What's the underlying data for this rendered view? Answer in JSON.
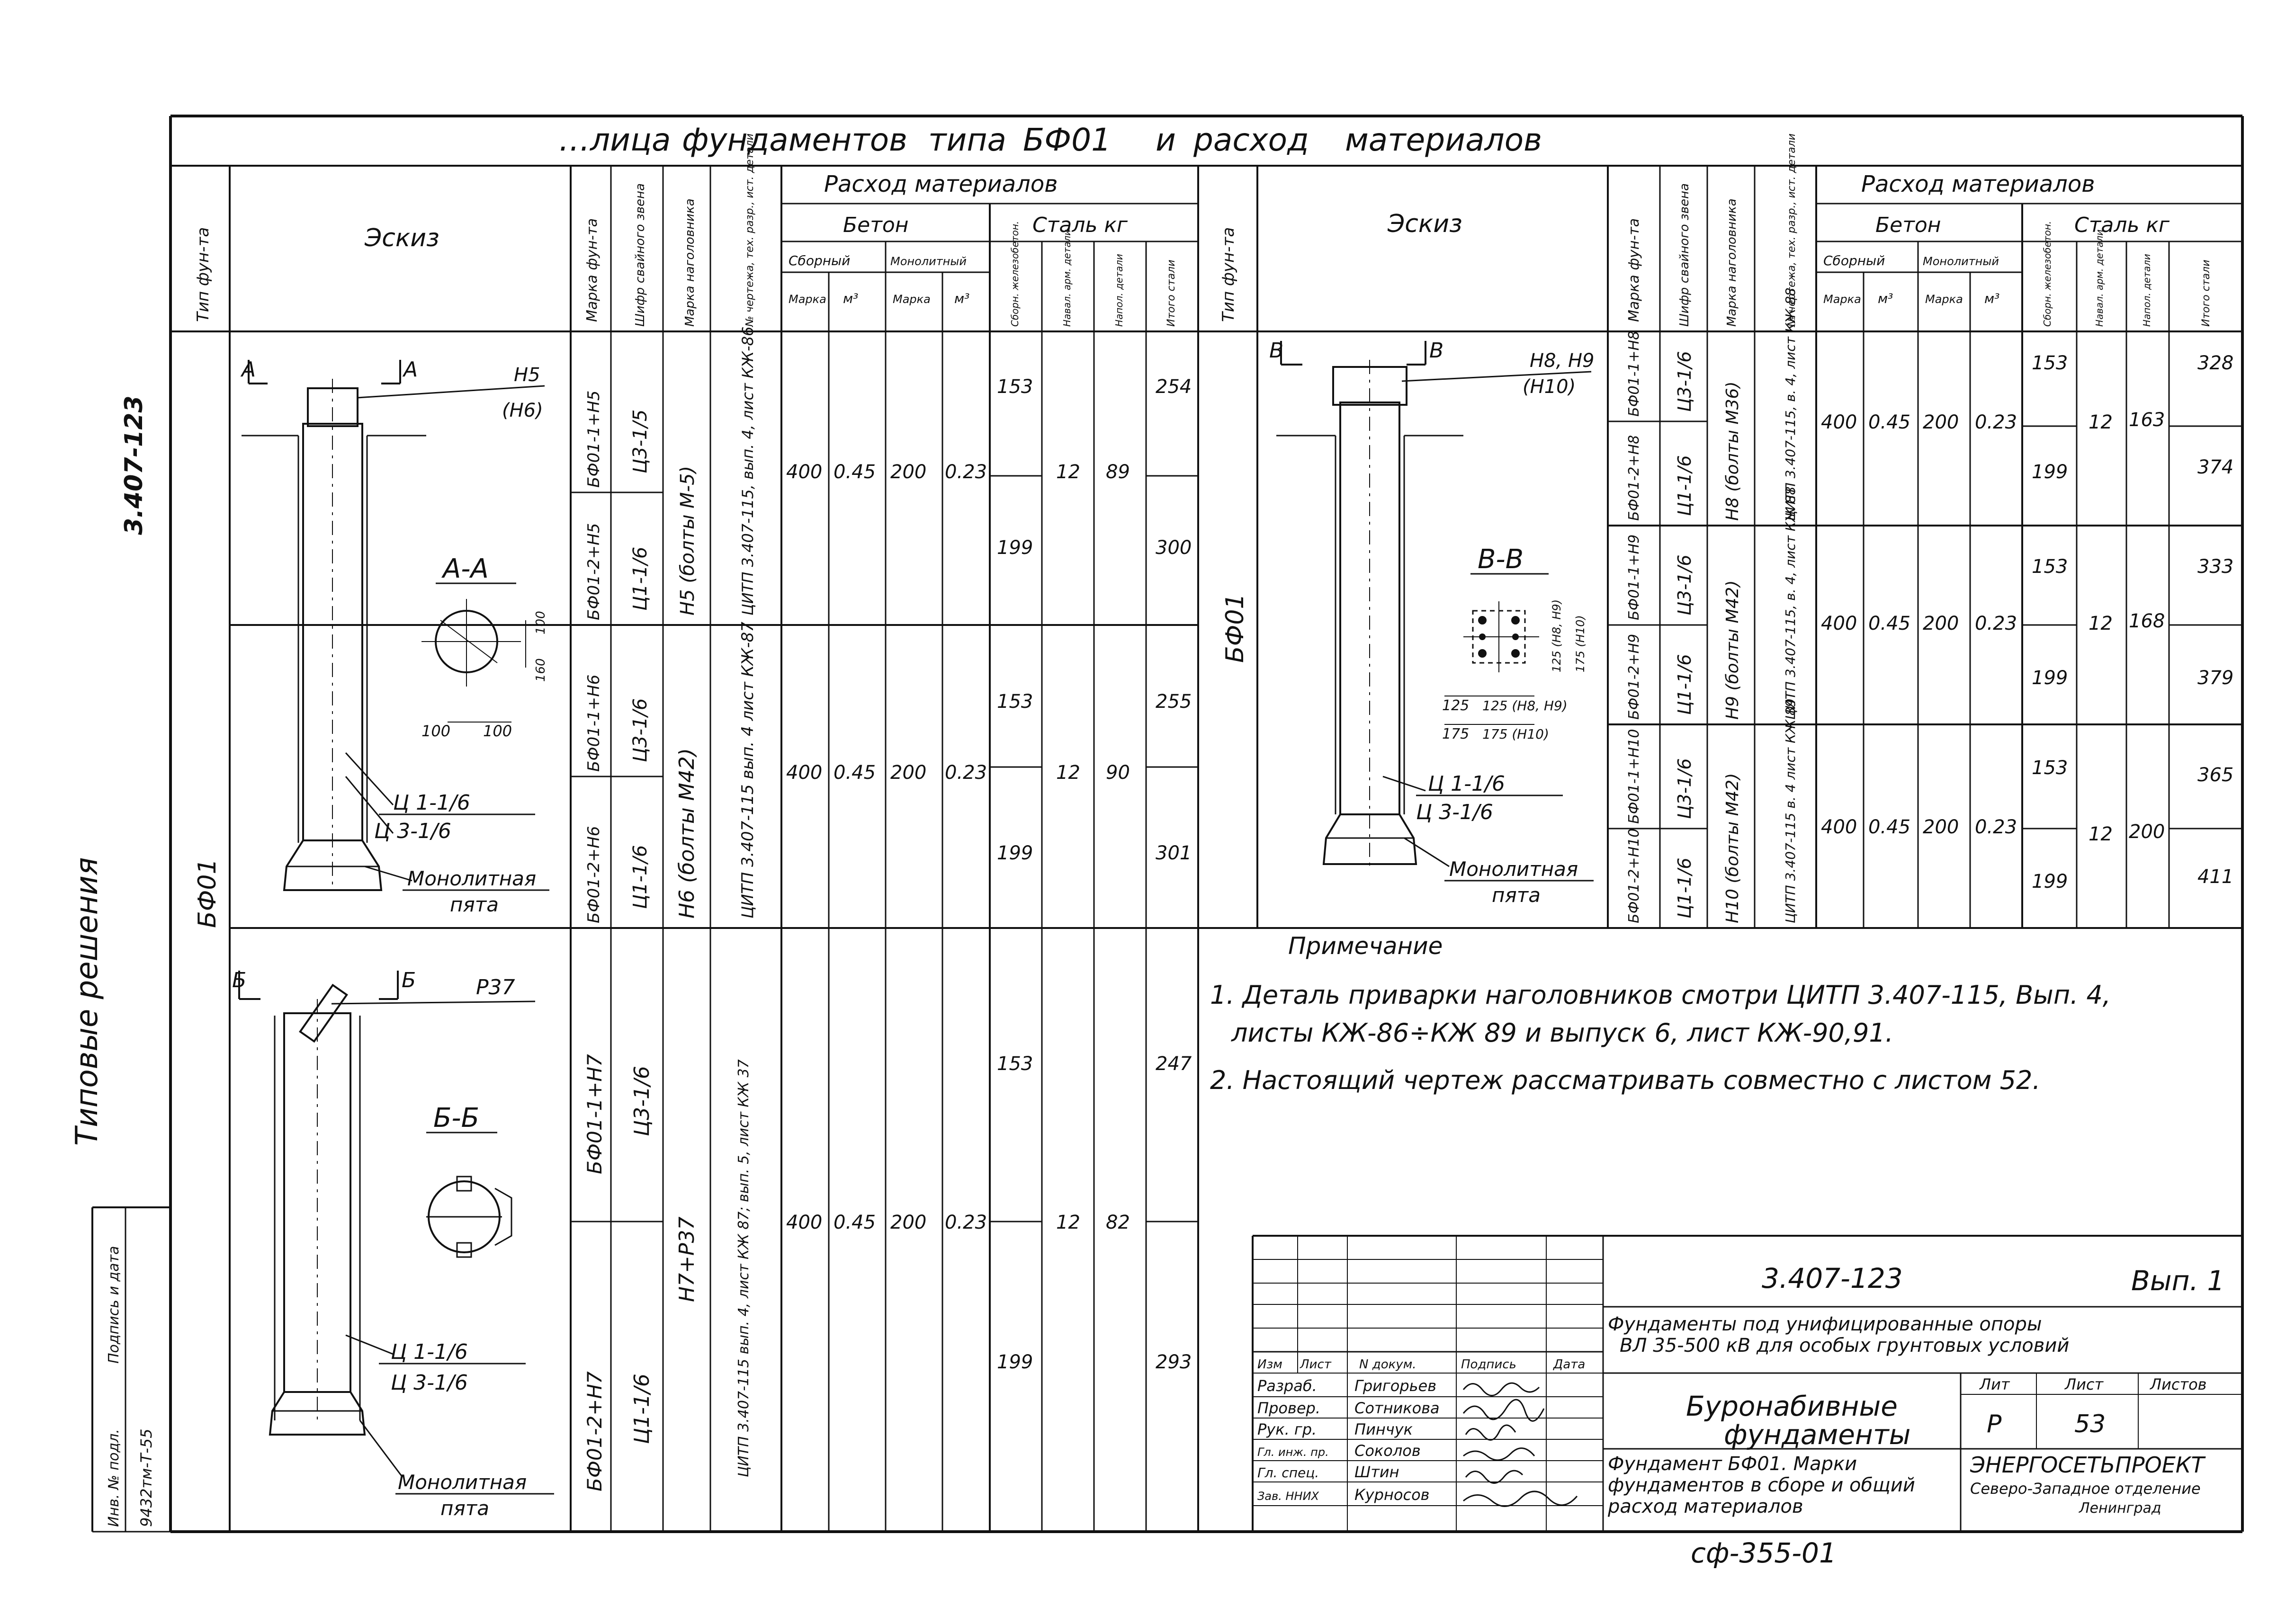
{
  "header": {
    "title_fragment": "…лица",
    "title_words": [
      "фундаментов",
      "типа",
      "БФ01",
      "и",
      "расход",
      "материалов"
    ]
  },
  "side": {
    "series_code": "3.407-123",
    "typical_solutions": "Типовые решения",
    "stamp_inv": "Инв. № подл.",
    "stamp_sign": "Подпись и дата",
    "stamp_number": "9432тм-Т-55"
  },
  "columns": {
    "type": "Тип фун-та",
    "sketch": "Эскиз",
    "mark": "Марка фун-та",
    "pile": "Шифр свайного звена",
    "cap": "Марка наголовника",
    "drawing": "№ чертежа, тех. разр., ист. детали",
    "consumption": "Расход материалов",
    "concrete": "Бетон",
    "steel": "Сталь кг",
    "precast": "Сборный",
    "monolithic": "Монолитный",
    "grade": "Марка",
    "m3": "м³",
    "precast_rc": "Сборн. железобетон.",
    "cap_rebar": "Навал. арм. детали",
    "caps": "Напол. детали",
    "total": "Итого стали"
  },
  "left": {
    "type": "БФ01",
    "sketch1": {
      "a_left": "А",
      "a_right": "А",
      "cap_label": "Н5",
      "cap_label2": "(Н6)",
      "section": "А-А",
      "dim_100a": "100",
      "dim_100b": "100",
      "dim_v1": "100",
      "dim_v2": "160",
      "pile_a": "Ц 1-1/6",
      "pile_b": "Ц 3-1/6",
      "heel_1": "Монолитная",
      "heel_2": "пята"
    },
    "sketch2": {
      "b_left": "Б",
      "b_right": "Б",
      "cap_label": "Р37",
      "section": "Б-Б",
      "pile_a": "Ц 1-1/6",
      "pile_b": "Ц 3-1/6",
      "heel_1": "Монолитная",
      "heel_2": "пята"
    },
    "groups": [
      {
        "rows": [
          {
            "mark": "БФ01-1+Н5",
            "pile": "Ц3-1/5",
            "steel": "153",
            "total": "254"
          },
          {
            "mark": "БФ01-2+Н5",
            "pile": "Ц1-1/6",
            "steel": "199",
            "total": "300"
          }
        ],
        "cap": "Н5 (болты М-5)",
        "drawing": "ЦИТП 3.407-115, вып. 4, лист КЖ-86",
        "grade": "400",
        "m3": "0.45",
        "mono_grade": "200",
        "mono_m3": "0.23",
        "rebar": "12",
        "caps": "89"
      },
      {
        "rows": [
          {
            "mark": "БФ01-1+Н6",
            "pile": "Ц3-1/6",
            "steel": "153",
            "total": "255"
          },
          {
            "mark": "БФ01-2+Н6",
            "pile": "Ц1-1/6",
            "steel": "199",
            "total": "301"
          }
        ],
        "cap": "Н6 (болты М42)",
        "drawing": "ЦИТП 3.407-115 вып. 4 лист КЖ-87",
        "grade": "400",
        "m3": "0.45",
        "mono_grade": "200",
        "mono_m3": "0.23",
        "rebar": "12",
        "caps": "90"
      },
      {
        "rows": [
          {
            "mark": "БФ01-1+Н7",
            "pile": "Ц3-1/6",
            "steel": "153",
            "total": "247"
          },
          {
            "mark": "БФ01-2+Н7",
            "pile": "Ц1-1/6",
            "steel": "199",
            "total": "293"
          }
        ],
        "cap": "Н7+Р37",
        "drawing": "ЦИТП 3.407-115 вып. 4, лист КЖ 87; вып. 5, лист КЖ 37",
        "grade": "400",
        "m3": "0.45",
        "mono_grade": "200",
        "mono_m3": "0.23",
        "rebar": "12",
        "caps": "82"
      }
    ]
  },
  "right": {
    "type": "БФ01",
    "sketch": {
      "b_left": "В",
      "b_right": "В",
      "cap_label": "Н8, Н9",
      "cap_label2": "(Н10)",
      "section": "В-В",
      "d1": "125 (Н8, Н9)",
      "d2": "175 (Н10)",
      "d3": "125",
      "d4": "175",
      "d5": "125 (Н8, Н9)",
      "d6": "175 (Н10)",
      "pile_a": "Ц 1-1/6",
      "pile_b": "Ц 3-1/6",
      "heel_1": "Монолитная",
      "heel_2": "пята"
    },
    "groups": [
      {
        "rows": [
          {
            "mark": "БФ01-1+Н8",
            "pile": "Ц3-1/6",
            "steel": "153",
            "total": "328"
          },
          {
            "mark": "БФ01-2+Н8",
            "pile": "Ц1-1/6",
            "steel": "199",
            "total": "374"
          }
        ],
        "cap": "Н8 (болты М36)",
        "drawing": "ЦИТП 3.407-115, в. 4, лист КЖ 88",
        "grade": "400",
        "m3": "0.45",
        "mono_grade": "200",
        "mono_m3": "0.23",
        "rebar": "12",
        "caps": "163"
      },
      {
        "rows": [
          {
            "mark": "БФ01-1+Н9",
            "pile": "Ц3-1/6",
            "steel": "153",
            "total": "333"
          },
          {
            "mark": "БФ01-2+Н9",
            "pile": "Ц1-1/6",
            "steel": "199",
            "total": "379"
          }
        ],
        "cap": "Н9 (болты М42)",
        "drawing": "ЦИТП 3.407-115, в. 4, лист КЖ 88",
        "grade": "400",
        "m3": "0.45",
        "mono_grade": "200",
        "mono_m3": "0.23",
        "rebar": "12",
        "caps": "168"
      },
      {
        "rows": [
          {
            "mark": "БФ01-1+Н10",
            "pile": "Ц3-1/6",
            "steel": "153",
            "total": "365"
          },
          {
            "mark": "БФ01-2+Н10",
            "pile": "Ц1-1/6",
            "steel": "199",
            "total": "411"
          }
        ],
        "cap": "Н10 (болты М42)",
        "drawing": "ЦИТП 3.407-115 в. 4 лист КЖ 89",
        "grade": "400",
        "m3": "0.45",
        "mono_grade": "200",
        "mono_m3": "0.23",
        "rebar": "12",
        "caps": "200"
      }
    ]
  },
  "notes": {
    "heading": "Примечание",
    "n1a": "1. Деталь приварки наголовников смотри ЦИТП 3.407-115, Вып. 4,",
    "n1b": "листы КЖ-86÷КЖ 89 и выпуск 6, лист КЖ-90,91.",
    "n2": "2. Настоящий чертеж рассматривать совместно с листом 52."
  },
  "titleblock": {
    "code": "3.407-123",
    "issue": "Вып. 1",
    "project_1": "Фундаменты под унифицированные опоры",
    "project_2": "ВЛ 35-500 кВ для особых грунтовых условий",
    "col_izm": "Изм",
    "col_list": "Лист",
    "col_doc": "N докум.",
    "col_sign": "Подпись",
    "col_date": "Дата",
    "people": [
      {
        "role": "Разраб.",
        "name": "Григорьев"
      },
      {
        "role": "Провер.",
        "name": "Сотникова"
      },
      {
        "role": "Рук. гр.",
        "name": "Пинчук"
      },
      {
        "role": "Гл. инж. пр.",
        "name": "Соколов"
      },
      {
        "role": "Гл. спец.",
        "name": "Штин"
      },
      {
        "role": "Зав. ННИХ",
        "name": "Курносов"
      }
    ],
    "drawing_title_1": "Буронабивные",
    "drawing_title_2": "фундаменты",
    "lit_head": "Лит",
    "sheet_head": "Лист",
    "sheets_head": "Листов",
    "lit": "Р",
    "sheet": "53",
    "sheet_desc_1": "Фундамент БФ01. Марки",
    "sheet_desc_2": "фундаментов в сборе и общий",
    "sheet_desc_3": "расход материалов",
    "org_1": "ЭНЕРГОСЕТЬПРОЕКТ",
    "org_2": "Северо-Западное отделение",
    "org_3": "Ленинград",
    "footer": "сф-355-01"
  }
}
